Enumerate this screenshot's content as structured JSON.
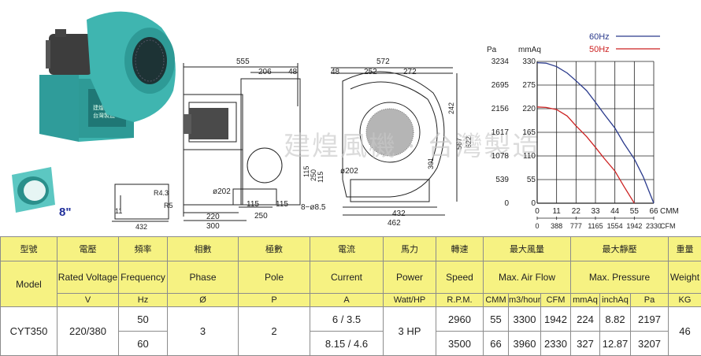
{
  "drawing": {
    "size_label": "8\"",
    "watermark": "建煌風機 · 台灣製造",
    "side_view": {
      "d_555": "555",
      "d_206": "206",
      "d_48": "48",
      "d_115a": "115",
      "d_115b": "115",
      "d_250": "250",
      "d_115c": "115",
      "d_202": "ø202",
      "d_220": "220",
      "d_250b": "250",
      "d_300": "300",
      "d_8": "8−ø8.5",
      "d_115d": "115"
    },
    "small_view": {
      "d_r": "R4.3",
      "d_r5": "R5",
      "d_432": "432",
      "d_11": "11"
    },
    "front_view": {
      "d_572": "572",
      "d_48": "48",
      "d_252": "252",
      "d_272": "272",
      "d_242": "242",
      "d_567": "567",
      "d_622": "622",
      "d_301": "301",
      "d_202": "ø202",
      "d_432": "432",
      "d_462": "462"
    }
  },
  "chart_data": {
    "type": "line",
    "ylabel_left": "Pa",
    "ylabel_right": "mmAq",
    "xlabel_top": "CMM",
    "xlabel_bottom": "CFM",
    "y_ticks_pa": [
      "3234",
      "2695",
      "2156",
      "1617",
      "1078",
      "539",
      "0"
    ],
    "y_ticks_mmaq": [
      "330",
      "275",
      "220",
      "165",
      "110",
      "55",
      "0"
    ],
    "x_ticks_cmm": [
      "0",
      "11",
      "22",
      "33",
      "44",
      "55",
      "66"
    ],
    "x_ticks_cfm": [
      "0",
      "388",
      "777",
      "1165",
      "1554",
      "1942",
      "2330"
    ],
    "ylim": [
      0,
      330
    ],
    "xlim": [
      0,
      66
    ],
    "grid": true,
    "legend_placement": "top-right",
    "series": [
      {
        "name": "60Hz",
        "color": "#2a3a8c",
        "x": [
          0,
          5,
          11,
          17,
          22,
          28,
          33,
          38,
          44,
          49,
          55,
          60,
          66
        ],
        "y": [
          327,
          326,
          318,
          303,
          285,
          262,
          235,
          207,
          175,
          140,
          103,
          62,
          0
        ]
      },
      {
        "name": "50Hz",
        "color": "#cc2222",
        "x": [
          0,
          5,
          11,
          17,
          22,
          28,
          33,
          38,
          44,
          49,
          55
        ],
        "y": [
          224,
          223,
          218,
          203,
          180,
          155,
          130,
          104,
          75,
          40,
          0
        ]
      }
    ]
  },
  "table": {
    "r1": {
      "model": "型號",
      "voltage": "電壓",
      "frequency": "頻率",
      "phase": "相數",
      "pole": "極數",
      "current": "電流",
      "power": "馬力",
      "speed": "轉速",
      "air_flow": "最大風量",
      "pressure": "最大靜壓",
      "weight": "重量"
    },
    "r2": {
      "model": "Model",
      "voltage": "Rated Voltage",
      "frequency": "Frequency",
      "phase": "Phase",
      "pole": "Pole",
      "current": "Current",
      "power": "Power",
      "speed": "Speed",
      "air_flow": "Max. Air Flow",
      "pressure": "Max. Pressure",
      "weight": "Weight"
    },
    "r3": {
      "voltage": "V",
      "frequency": "Hz",
      "phase": "Ø",
      "pole": "P",
      "current": "A",
      "power": "Watt/HP",
      "speed": "R.P.M.",
      "cmm": "CMM",
      "m3h": "m3/hour",
      "cfm": "CFM",
      "mmaq": "mmAq",
      "inchaq": "inchAq",
      "pa": "Pa",
      "kg": "KG"
    },
    "data": {
      "model": "CYT350",
      "voltage": "220/380",
      "phase": "3",
      "pole": "2",
      "power": "3 HP",
      "weight": "46",
      "rows": [
        {
          "frequency": "50",
          "current": "6 / 3.5",
          "speed": "2960",
          "cmm": "55",
          "m3h": "3300",
          "cfm": "1942",
          "mmaq": "224",
          "inchaq": "8.82",
          "pa": "2197"
        },
        {
          "frequency": "60",
          "current": "8.15 / 4.6",
          "speed": "3500",
          "cmm": "66",
          "m3h": "3960",
          "cfm": "2330",
          "mmaq": "327",
          "inchaq": "12.87",
          "pa": "3207"
        }
      ]
    }
  }
}
